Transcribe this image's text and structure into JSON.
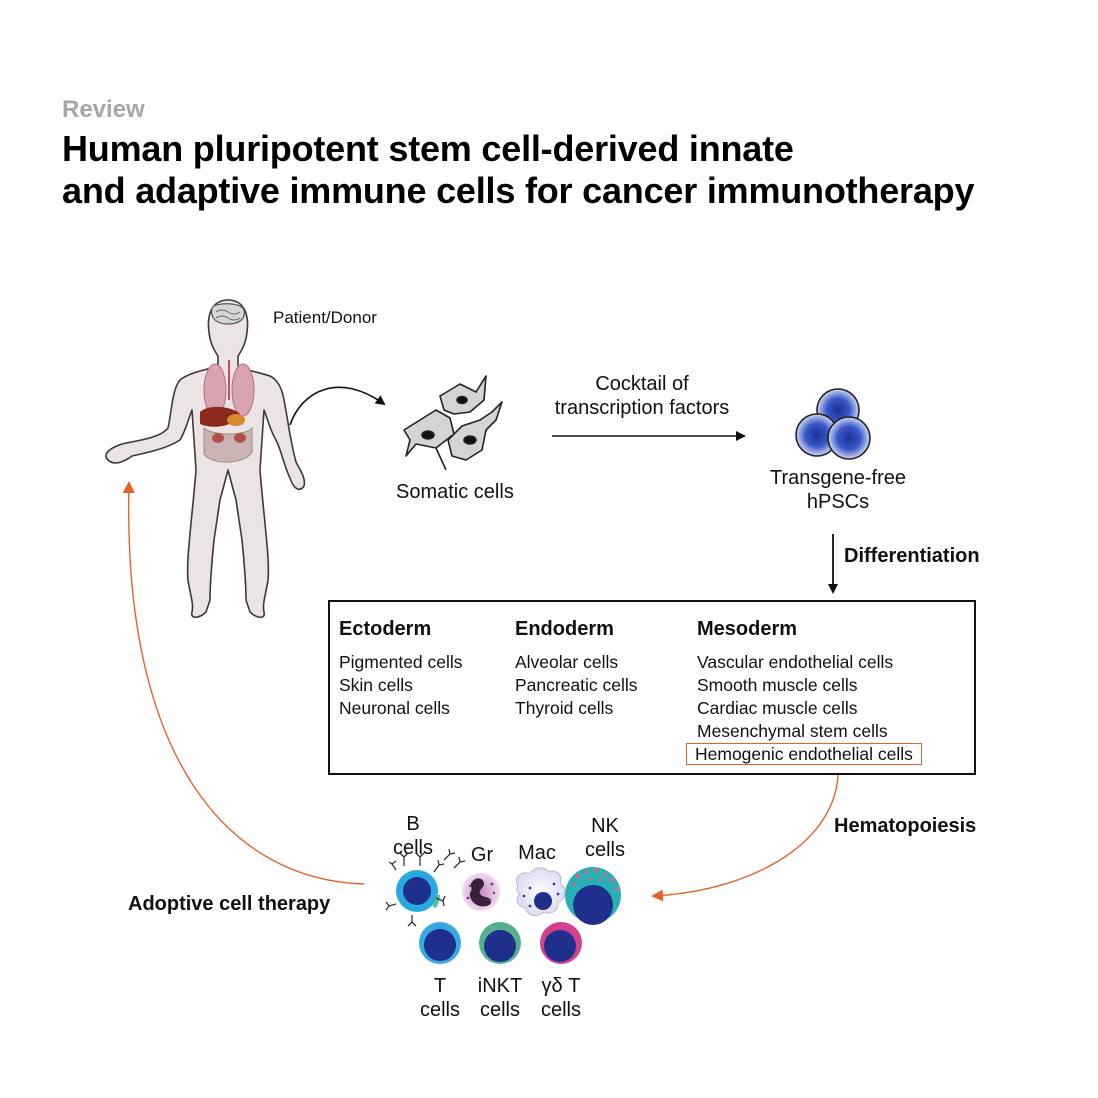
{
  "header": {
    "category": "Review",
    "title_line1": "Human pluripotent stem cell-derived innate",
    "title_line2": "and adaptive immune cells for cancer immunotherapy"
  },
  "diagram": {
    "patient_label": "Patient/Donor",
    "somatic_label": "Somatic cells",
    "cocktail_line1": "Cocktail of",
    "cocktail_line2": "transcription factors",
    "hpsc_line1": "Transgene-free",
    "hpsc_line2": "hPSCs",
    "differentiation_label": "Differentiation",
    "hematopoiesis_label": "Hematopoiesis",
    "adoptive_label": "Adoptive cell therapy",
    "germ_layers": {
      "ectoderm": {
        "title": "Ectoderm",
        "items": [
          "Pigmented cells",
          "Skin cells",
          "Neuronal cells"
        ]
      },
      "endoderm": {
        "title": "Endoderm",
        "items": [
          "Alveolar cells",
          "Pancreatic cells",
          "Thyroid cells"
        ]
      },
      "mesoderm": {
        "title": "Mesoderm",
        "items": [
          "Vascular endothelial cells",
          "Smooth muscle cells",
          "Cardiac muscle cells",
          "Mesenchymal stem cells",
          "Hemogenic endothelial cells"
        ]
      }
    },
    "immune_cells": {
      "b_line1": "B",
      "b_line2": "cells",
      "gr": "Gr",
      "mac": "Mac",
      "nk_line1": "NK",
      "nk_line2": "cells",
      "t_line1": "T",
      "t_line2": "cells",
      "inkt_line1": "iNKT",
      "inkt_line2": "cells",
      "gdt_line1": "γδ T",
      "gdt_line2": "cells"
    },
    "colors": {
      "accent_orange": "#e8622c",
      "cell_blue": "#1e2f8c",
      "b_cell_ring": "#29a9e0",
      "t_cell_ring": "#37a8e0",
      "inkt_ring": "#52b08e",
      "gdt_ring": "#d4418f",
      "nk_teal": "#28b0b4",
      "body_fill": "#ece4e4"
    }
  }
}
